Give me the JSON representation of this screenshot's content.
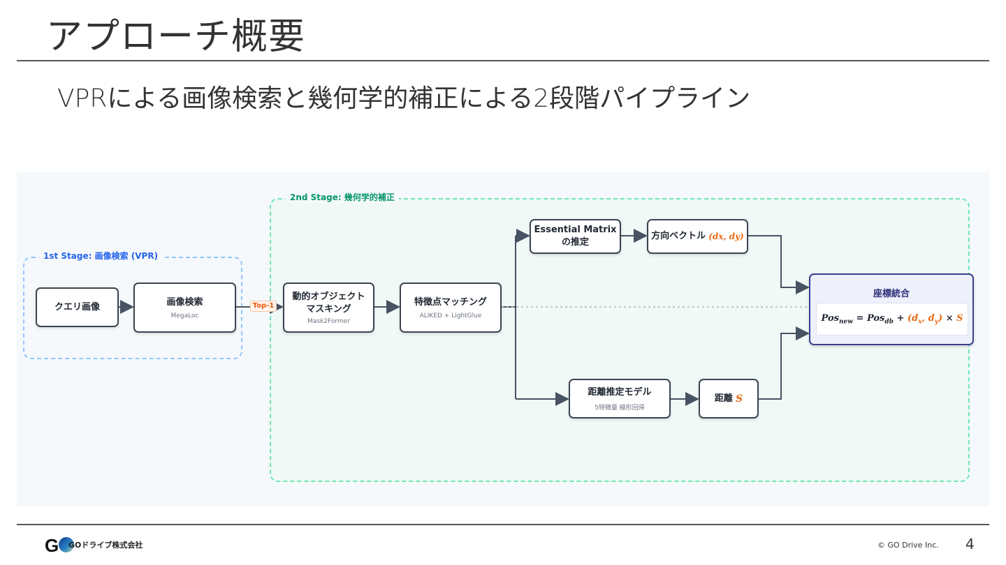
{
  "title": "アプローチ概要",
  "subtitle": "VPRによる画像検索と幾何学的補正による2段階パイプライン",
  "diagram": {
    "stage1_label": "1st Stage: 画像検索 (VPR)",
    "stage2_label": "2nd Stage: 幾何学的補正",
    "top1_label": "Top-1",
    "nodes": {
      "query": {
        "title": "クエリ画像"
      },
      "retrieval": {
        "title": "画像検索",
        "sub": "MegaLoc"
      },
      "masking": {
        "title1": "動的オブジェクト",
        "title2": "マスキング",
        "sub": "Mask2Former"
      },
      "matching": {
        "title": "特徴点マッチング",
        "sub": "ALIKED + LightGlue"
      },
      "essential": {
        "title1": "Essential Matrix",
        "title2": "の推定"
      },
      "direction": {
        "title": "方向ベクトル",
        "var": "(dx, dy)"
      },
      "distance_model": {
        "title": "距離推定モデル",
        "sub": "5特徴量 線形回帰"
      },
      "distance": {
        "title": "距離",
        "var": "S"
      },
      "merge": {
        "title": "座標統合",
        "formula": "Posnew = Posdb + (dx, dy) × S"
      }
    },
    "colors": {
      "stage1": "#2563eb",
      "stage2": "#059669",
      "accent": "#ea6a12",
      "merge_border": "#3a3f8e"
    }
  },
  "footer": {
    "company": "GOドライブ株式会社",
    "copyright": "© GO Drive Inc.",
    "page": "4",
    "logo_text": "GO"
  }
}
